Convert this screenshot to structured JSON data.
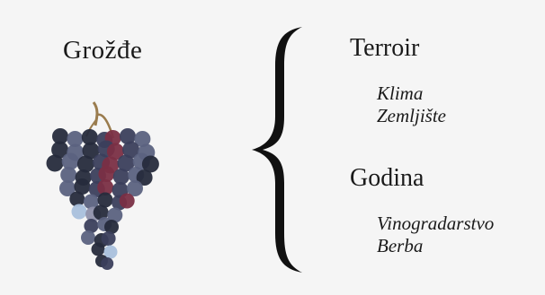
{
  "left": {
    "title": "Grožđe",
    "icon": "grape-bunch-icon",
    "colors": {
      "stem": "#9a7c4e",
      "dark": "#262b3c",
      "navy": "#3b3f5c",
      "slate": "#5b6280",
      "lavender": "#8e90aa",
      "pale": "#a9c0dc",
      "wine": "#7a2f45"
    }
  },
  "brace_icon": "curly-brace-icon",
  "groups": [
    {
      "title": "Terroir",
      "items": [
        "Klima",
        "Zemljište"
      ]
    },
    {
      "title": "Godina",
      "items": [
        "Vinogradarstvo",
        "Berba"
      ]
    }
  ]
}
